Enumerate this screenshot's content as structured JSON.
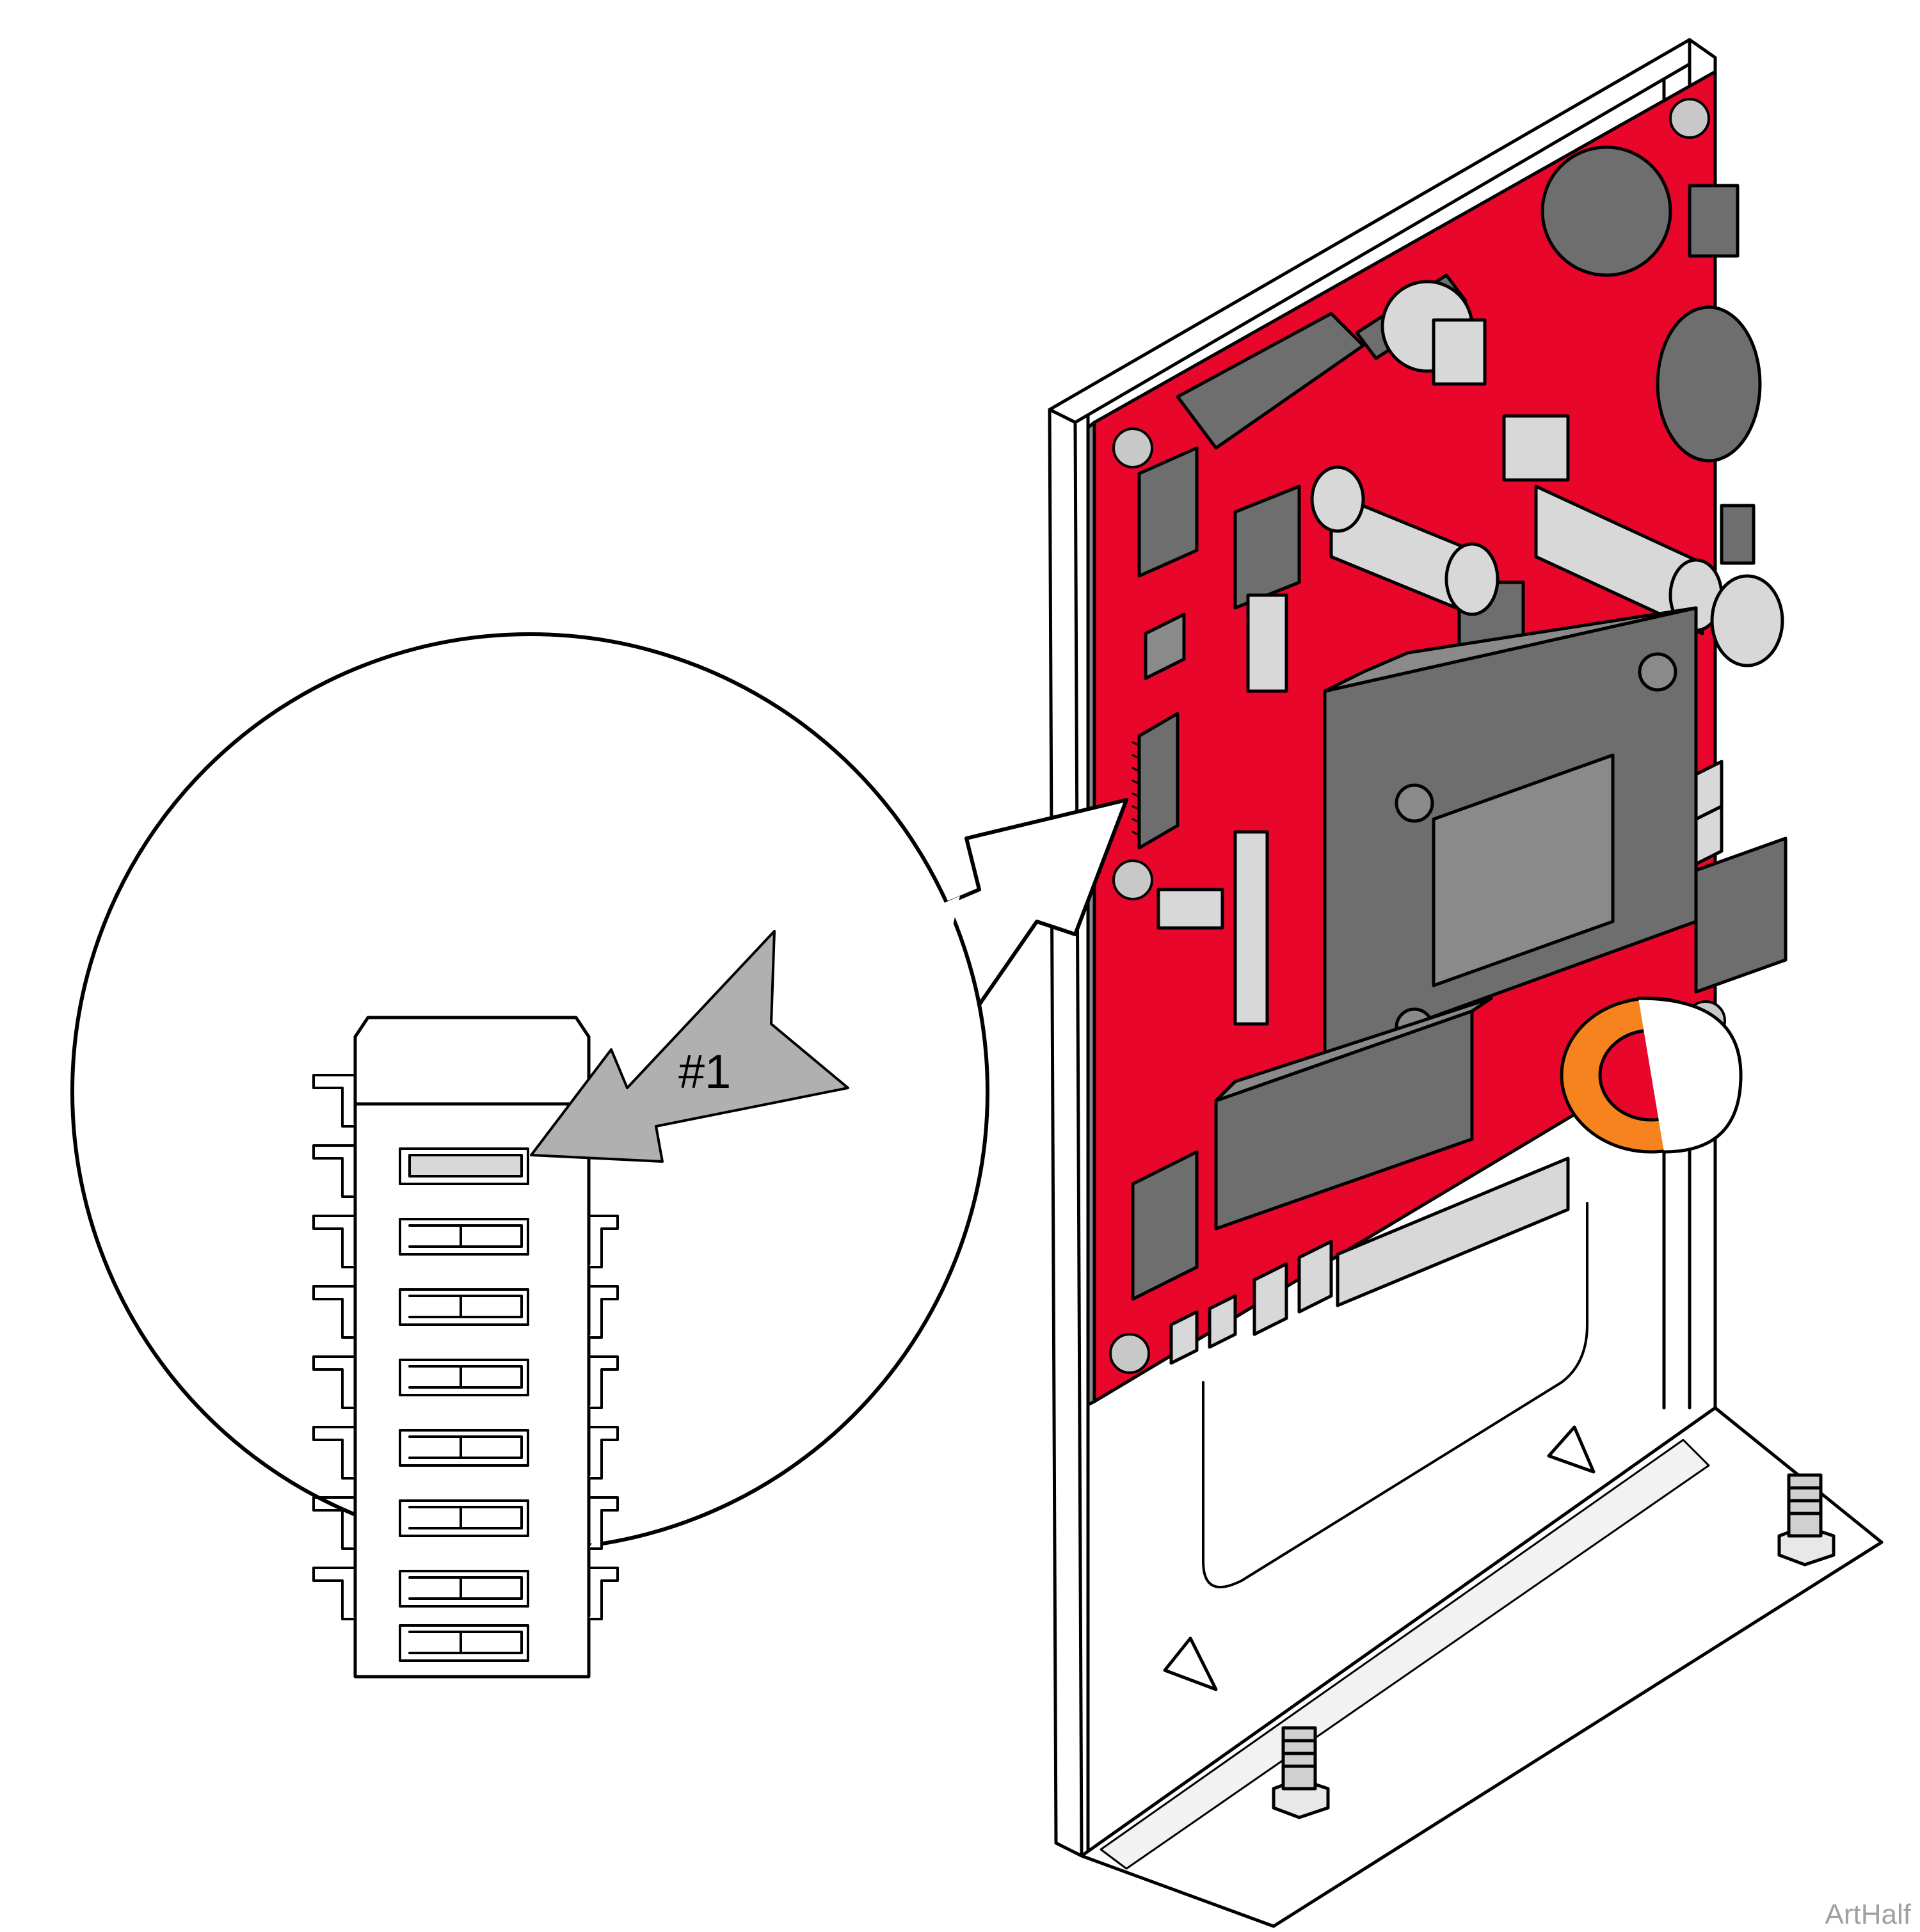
{
  "callout": {
    "label": "#1"
  },
  "art_code": "ArtHalf",
  "dip_switch": {
    "positions": 8,
    "highlighted_position": 1
  },
  "colors": {
    "pcb": "#e8062b",
    "component_dark": "#6e6e6e",
    "component_mid": "#8a8a8a",
    "component_light": "#d8d8d8",
    "toroid": "#f7831f",
    "callout_arrow": "#b0b0b0",
    "outline": "#000000"
  }
}
